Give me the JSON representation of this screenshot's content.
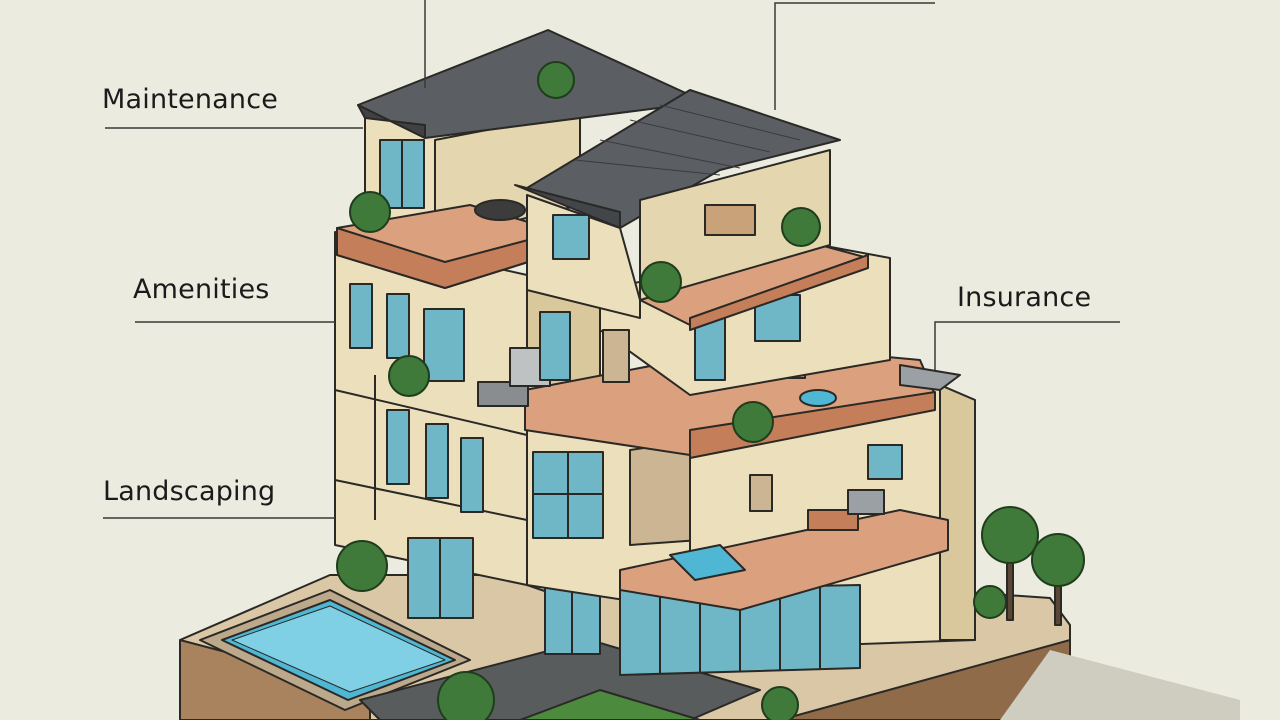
{
  "labels": {
    "maintenance": "Maintenance",
    "amenities": "Amenities",
    "landscaping": "Landscaping",
    "insurance": "Insurance"
  },
  "colors": {
    "background": "#ecebe0",
    "wall": "#ece0bc",
    "wall_shade": "#d9c89c",
    "roof": "#5b5e63",
    "deck": "#dba07e",
    "window": "#6fb6c6",
    "pool": "#4fb6d3",
    "shrub": "#3f7a3a",
    "earth": "#a9835e"
  }
}
